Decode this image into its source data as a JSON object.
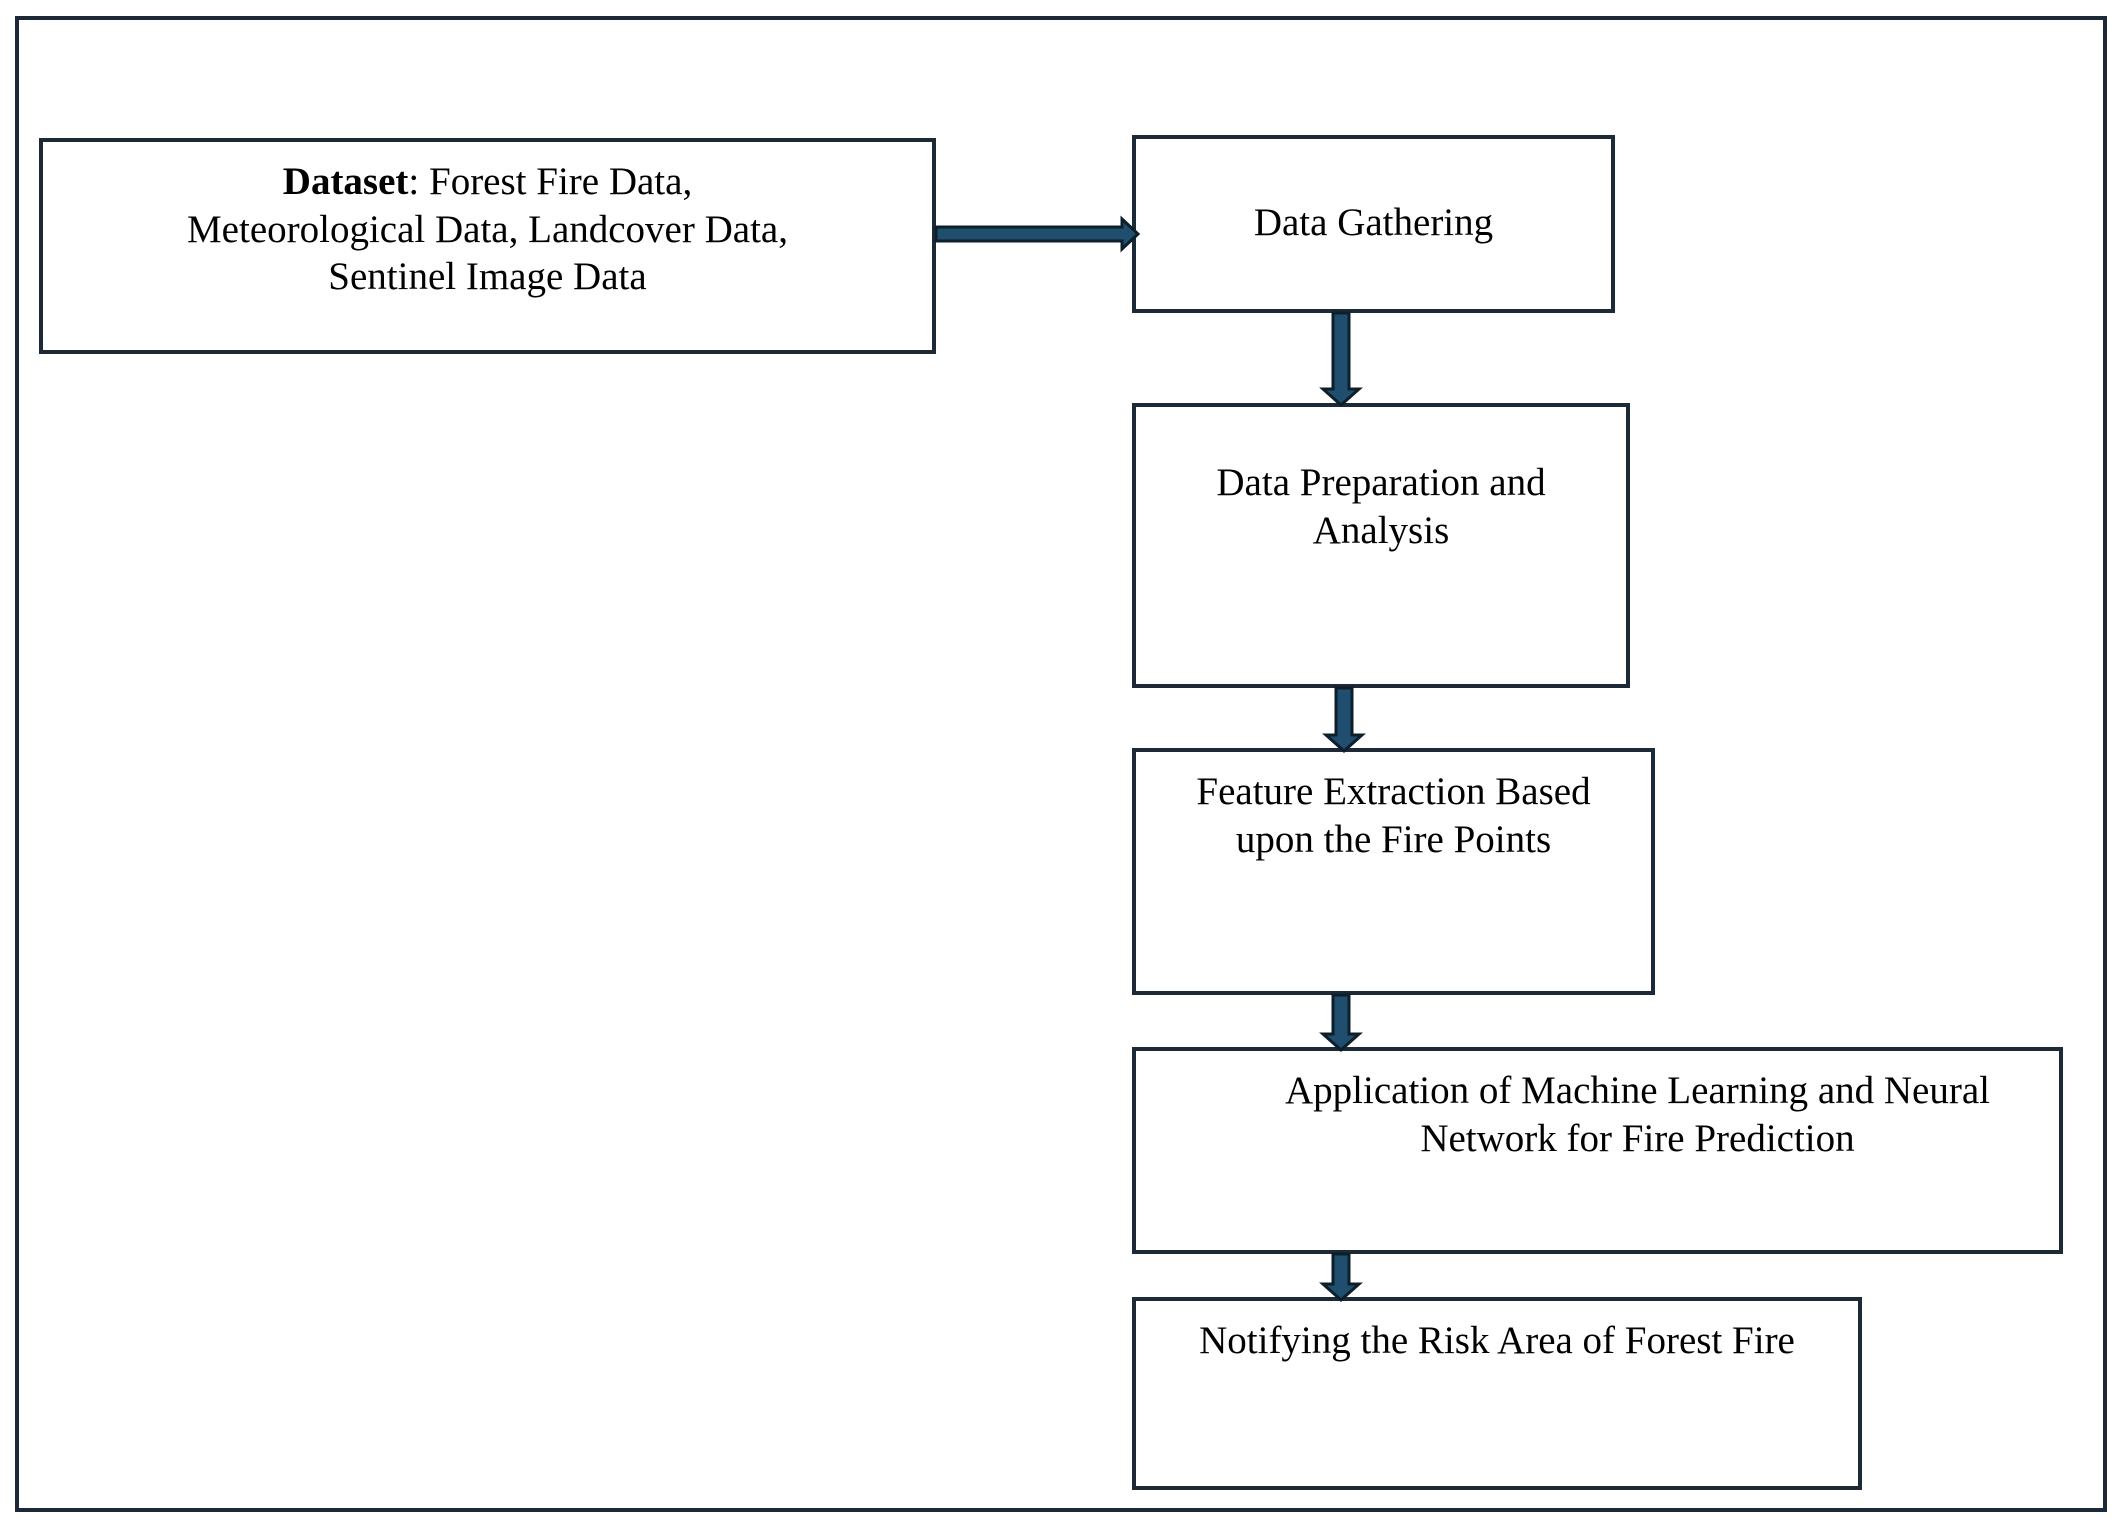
{
  "colors": {
    "border": "#1b2a36",
    "arrow_fill": "#1f4e6e",
    "arrow_outline": "#0d1f2b"
  },
  "nodes": {
    "dataset": {
      "label_bold": "Dataset",
      "label_rest": ": Forest Fire Data,",
      "line2": "Meteorological Data, Landcover Data,",
      "line3": "Sentinel Image Data"
    },
    "gathering": {
      "line1": "Data Gathering"
    },
    "preparation": {
      "line1": "Data Preparation and",
      "line2": "Analysis"
    },
    "feature": {
      "line1": "Feature Extraction Based",
      "line2": "upon the Fire Points"
    },
    "ml": {
      "line1": "Application of Machine Learning and Neural",
      "line2": "Network for Fire Prediction"
    },
    "notify": {
      "line1": "Notifying the Risk Area of Forest Fire"
    }
  },
  "edges": [
    {
      "from": "dataset",
      "to": "gathering"
    },
    {
      "from": "gathering",
      "to": "preparation"
    },
    {
      "from": "preparation",
      "to": "feature"
    },
    {
      "from": "feature",
      "to": "ml"
    },
    {
      "from": "ml",
      "to": "notify"
    }
  ]
}
